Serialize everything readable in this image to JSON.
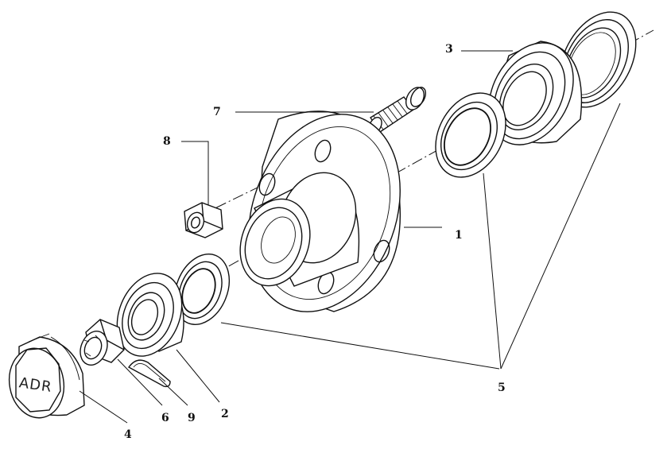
{
  "diagram": {
    "parts": [
      {
        "id": "hub",
        "label": "1"
      },
      {
        "id": "inner-bearing",
        "label": "2"
      },
      {
        "id": "outer-bearing",
        "label": "3"
      },
      {
        "id": "hub-cap",
        "label": "4",
        "cap_text": "ADR"
      },
      {
        "id": "seals",
        "label": "5"
      },
      {
        "id": "castle-nut",
        "label": "6"
      },
      {
        "id": "wheel-stud",
        "label": "7"
      },
      {
        "id": "wheel-nut",
        "label": "8"
      },
      {
        "id": "split-pin",
        "label": "9"
      }
    ]
  }
}
